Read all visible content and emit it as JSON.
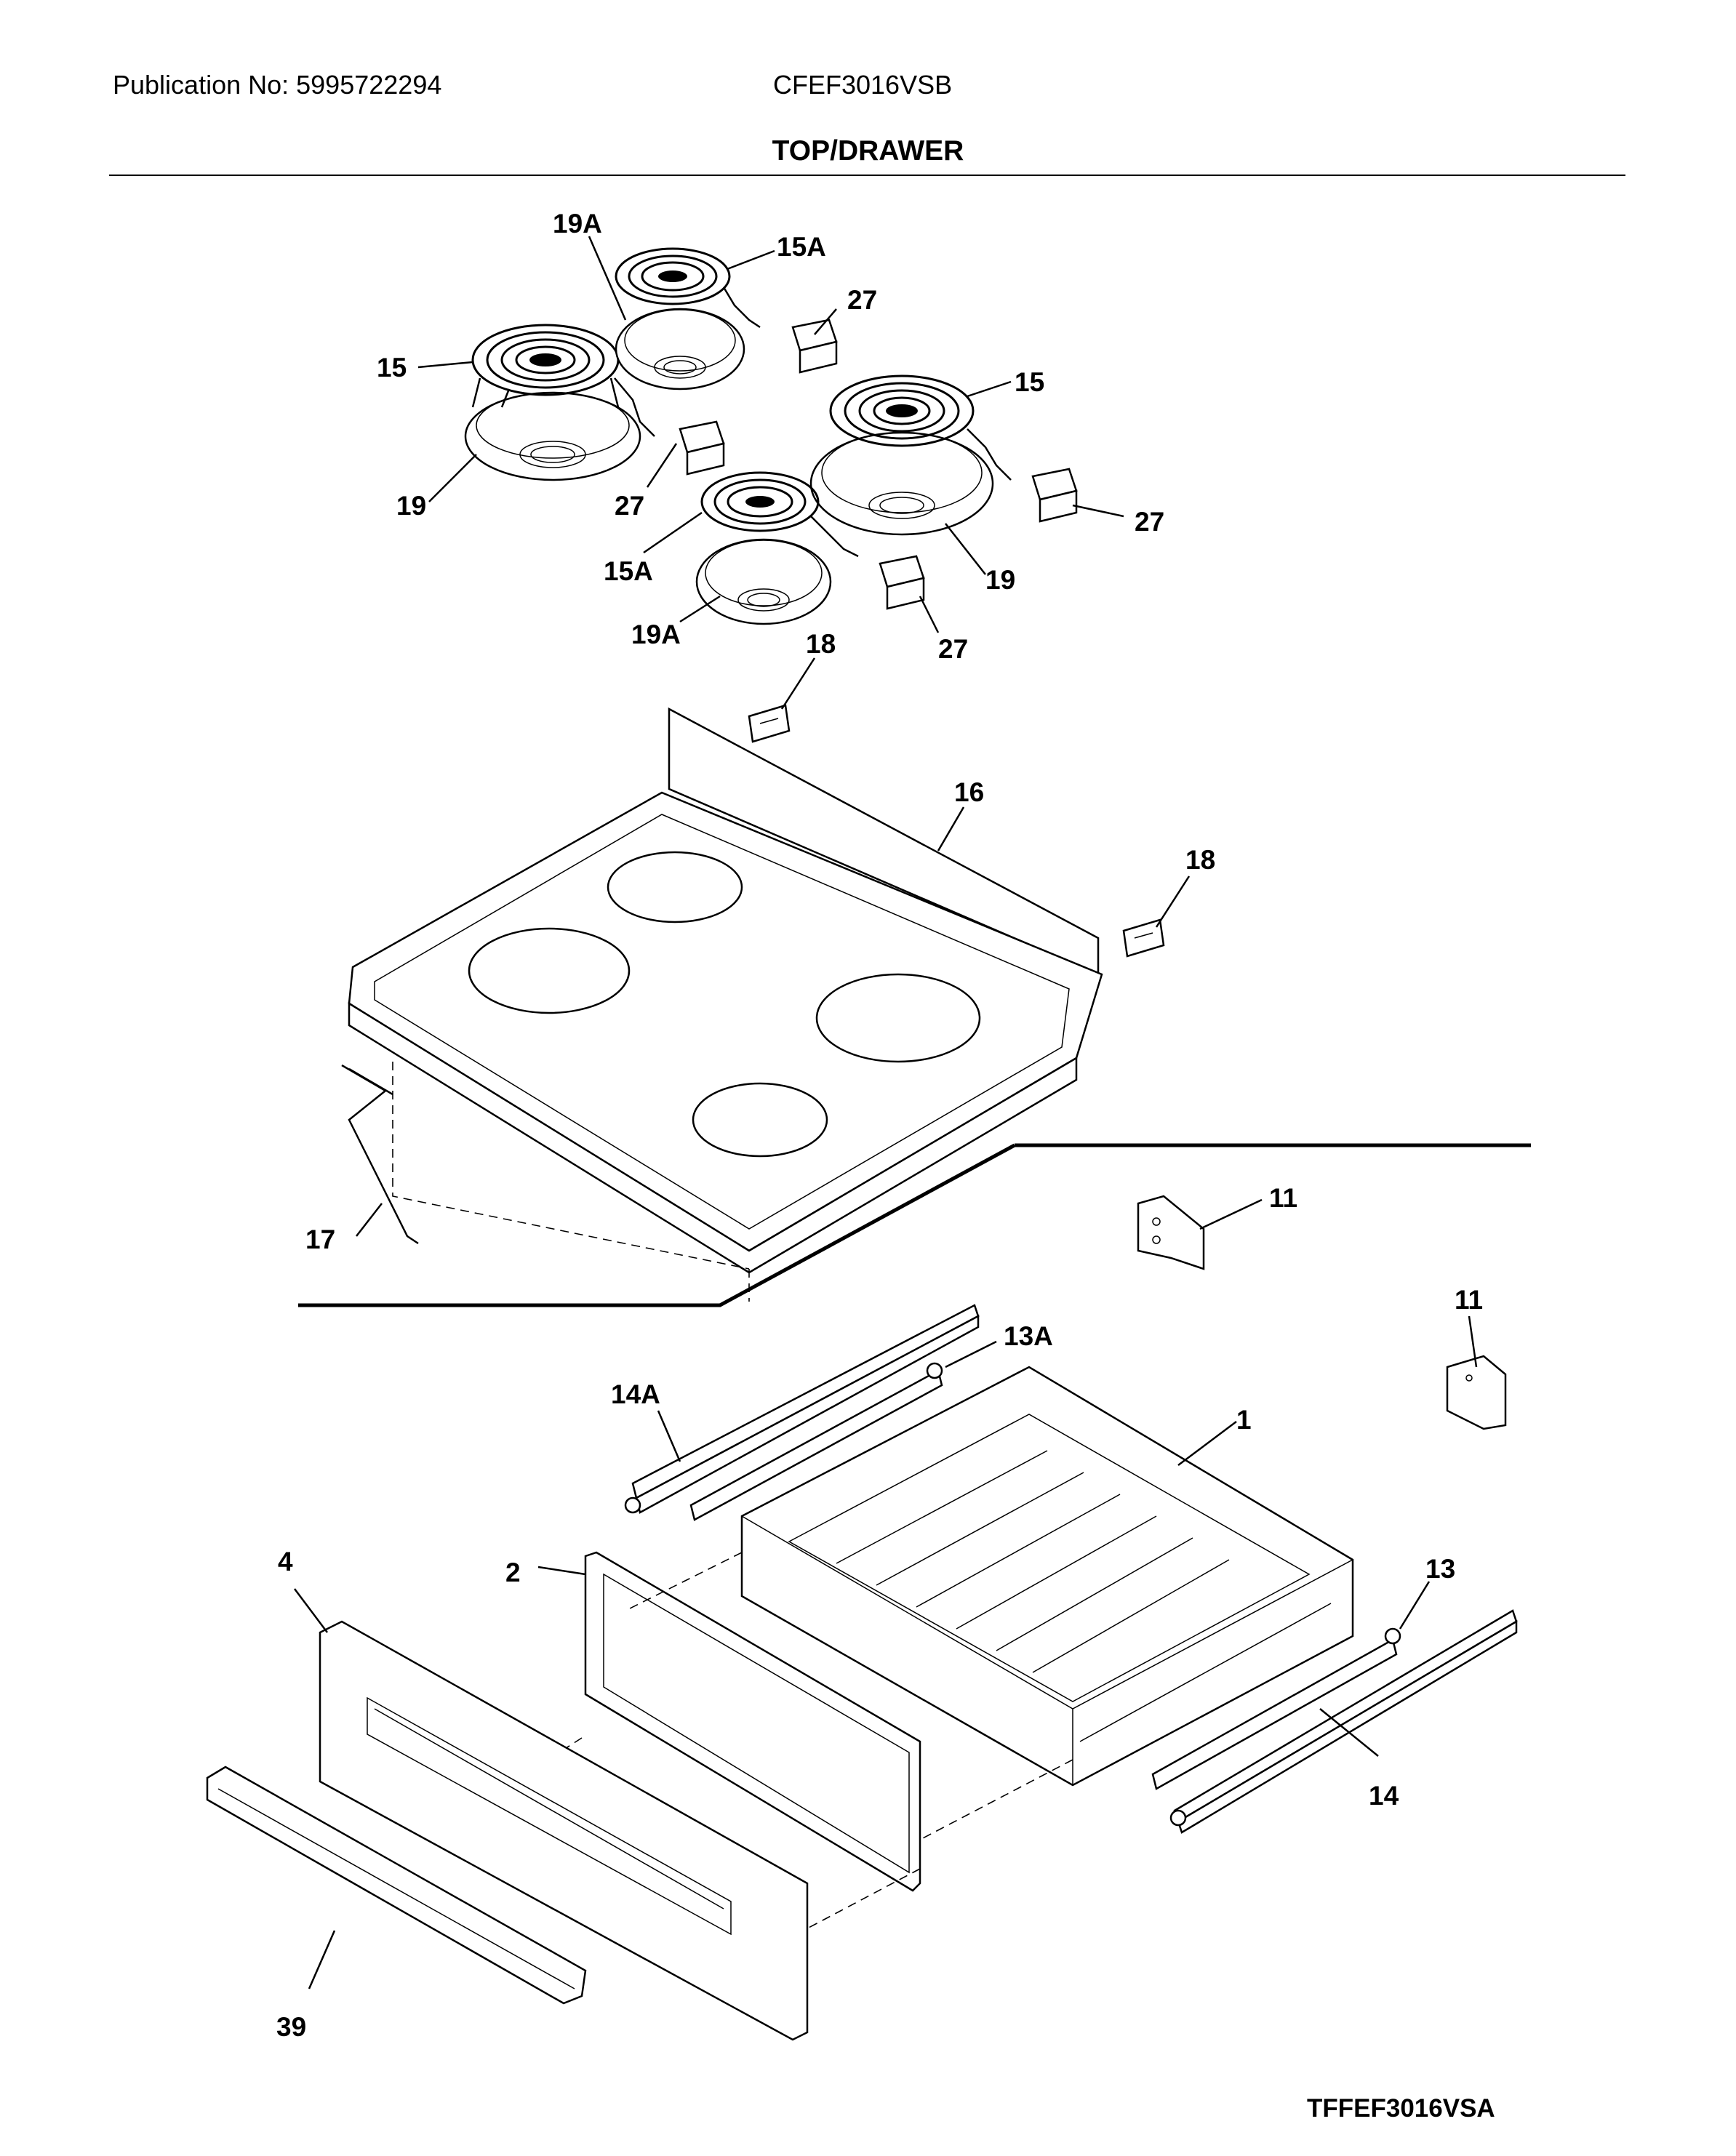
{
  "header": {
    "publication": "Publication No: 5995722294",
    "model": "CFEF3016VSB",
    "section_title": "TOP/DRAWER"
  },
  "callouts": {
    "c19A_top": "19A",
    "c15A_top": "15A",
    "c27_a": "27",
    "c15_left": "15",
    "c15_right": "15",
    "c19_left": "19",
    "c27_b": "27",
    "c27_c": "27",
    "c15A_bottom": "15A",
    "c19_right": "19",
    "c19A_bottom": "19A",
    "c27_d": "27",
    "c18_top": "18",
    "c16": "16",
    "c18_right": "18",
    "c17": "17",
    "c11_a": "11",
    "c11_b": "11",
    "c13A": "13A",
    "c14A": "14A",
    "c1": "1",
    "c4": "4",
    "c2": "2",
    "c13": "13",
    "c14": "14",
    "c39": "39"
  },
  "footer": {
    "diagram_code": "TFFEF3016VSA"
  }
}
